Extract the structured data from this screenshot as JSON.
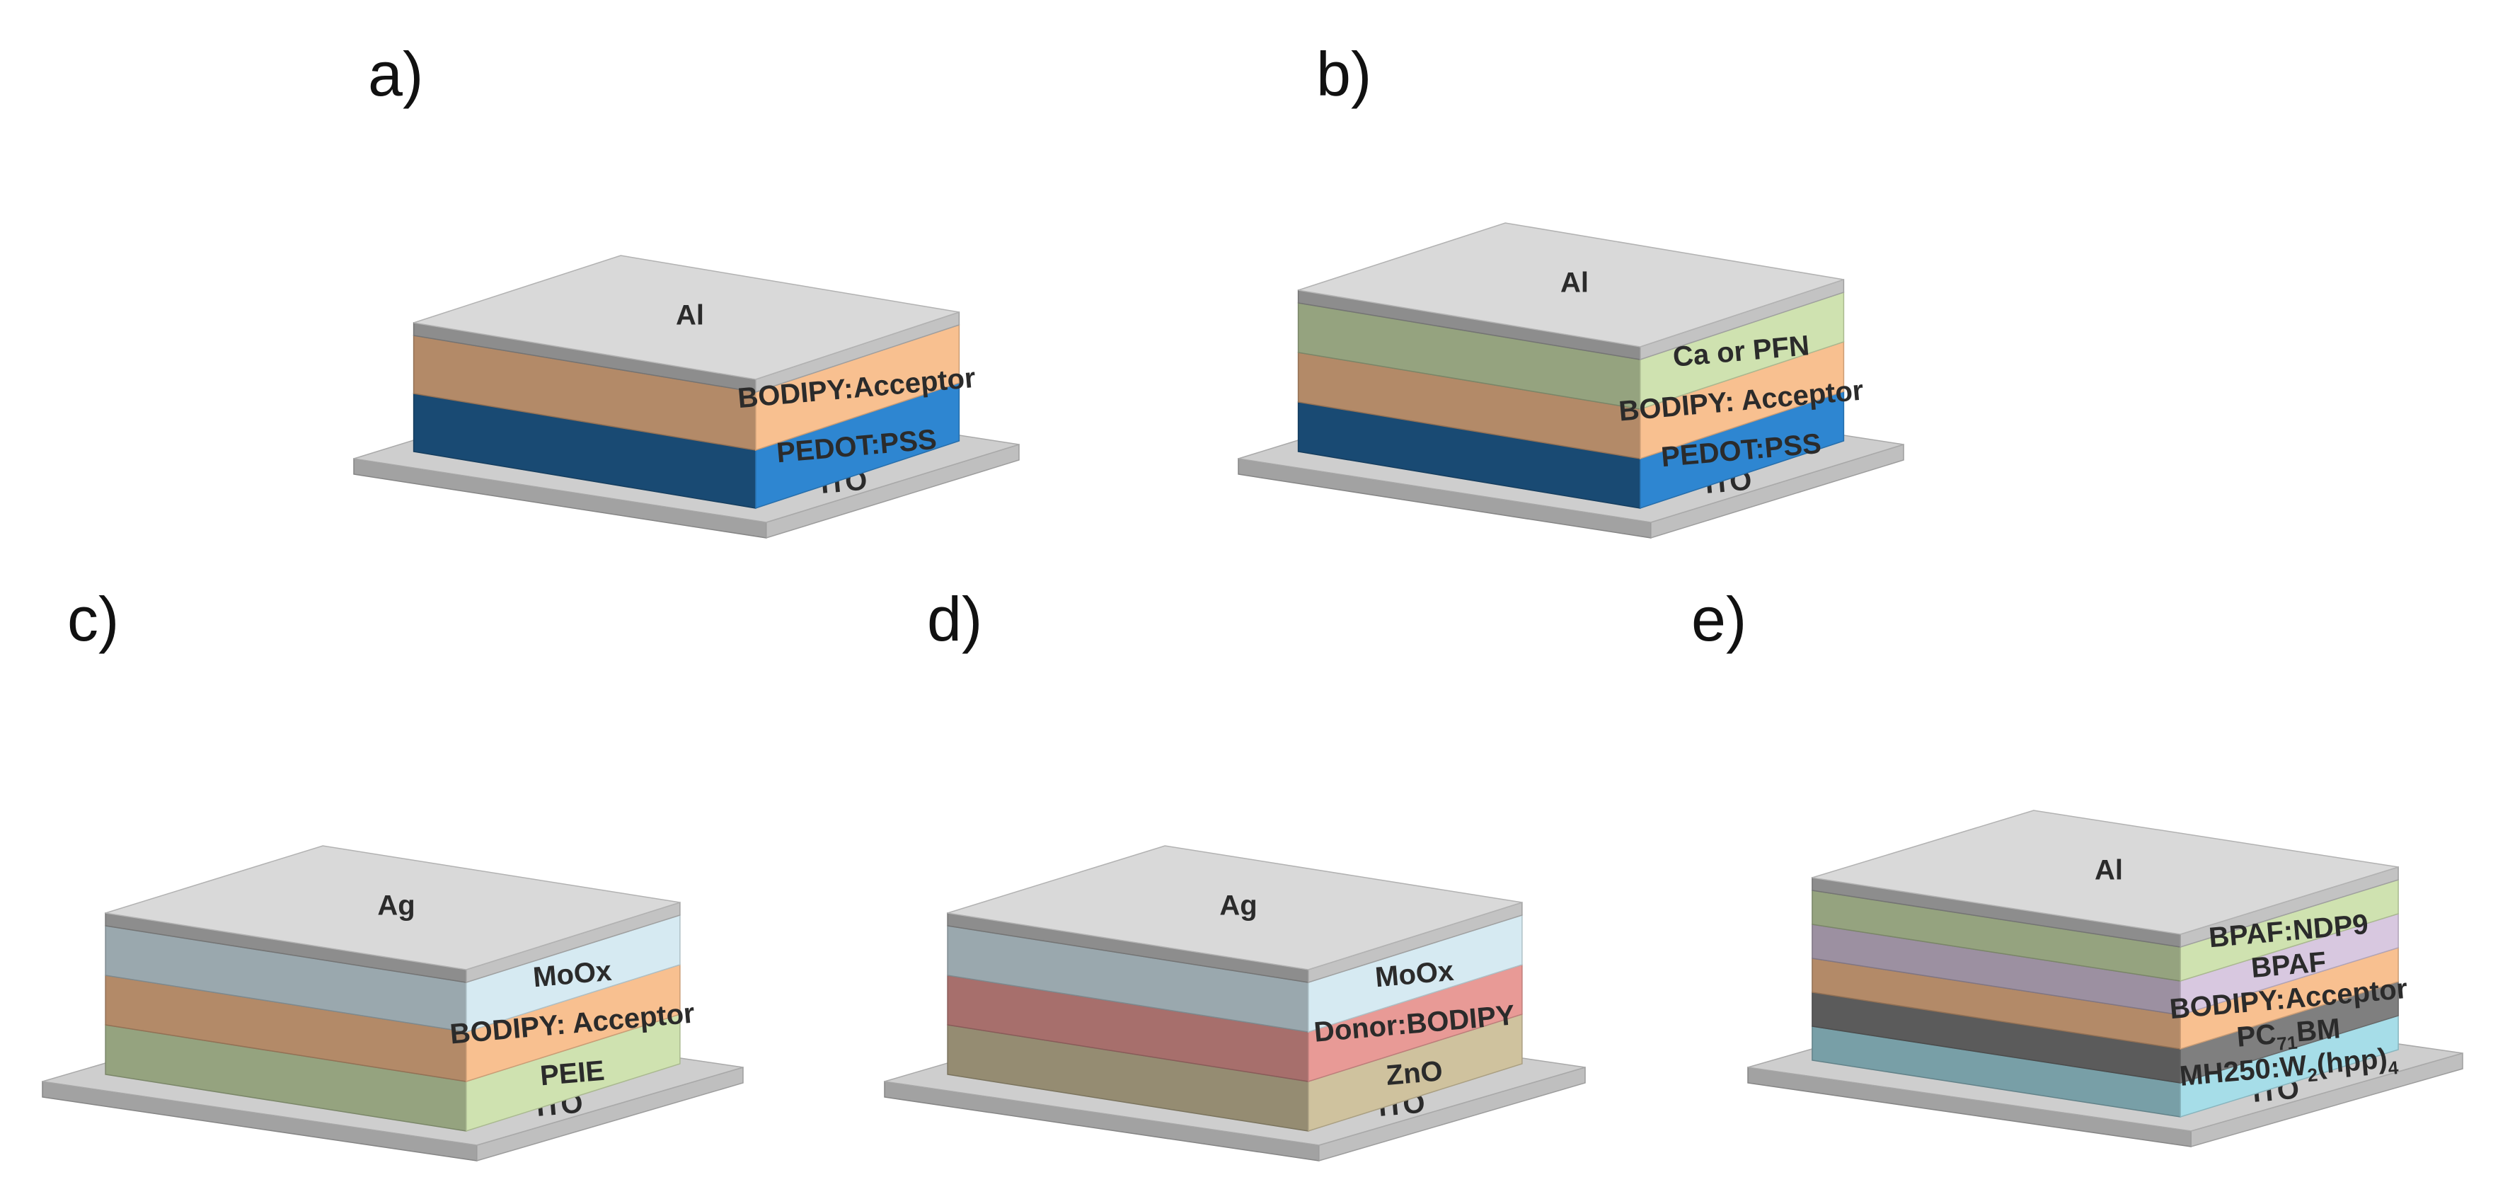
{
  "colors": {
    "metal": "#d9d9d9",
    "ito": "#bfbfbf",
    "pedot": "#2e86d1",
    "bodipy_acceptor": "#f8c090",
    "ca_pfn": "#cfe2b0",
    "moox": "#d6eaf2",
    "peie": "#cfe2b0",
    "donor_bodipy": "#e89a96",
    "zno": "#cfc29e",
    "bpaf_ndp9": "#cfe2b0",
    "bpaf": "#d8c8e0",
    "pc71bm": "#7f7f7f",
    "mh250": "#a6dde8"
  },
  "panels": [
    {
      "letter": "a)",
      "top_label": "Al",
      "top_color": "metal",
      "layers": [
        {
          "label": "BODIPY:Acceptor",
          "color": "bodipy_acceptor"
        },
        {
          "label": "PEDOT:PSS",
          "color": "pedot"
        }
      ],
      "base_label": "ITO"
    },
    {
      "letter": "b)",
      "top_label": "Al",
      "top_color": "metal",
      "layers": [
        {
          "label": "Ca or PFN",
          "color": "ca_pfn"
        },
        {
          "label": "BODIPY: Acceptor",
          "color": "bodipy_acceptor"
        },
        {
          "label": "PEDOT:PSS",
          "color": "pedot"
        }
      ],
      "base_label": "ITO"
    },
    {
      "letter": "c)",
      "top_label": "Ag",
      "top_color": "metal",
      "layers": [
        {
          "label": "MoOx",
          "color": "moox"
        },
        {
          "label": "BODIPY: Acceptor",
          "color": "bodipy_acceptor"
        },
        {
          "label": "PEIE",
          "color": "peie"
        }
      ],
      "base_label": "ITO"
    },
    {
      "letter": "d)",
      "top_label": "Ag",
      "top_color": "metal",
      "layers": [
        {
          "label": "MoOx",
          "color": "moox"
        },
        {
          "label": "Donor:BODIPY",
          "color": "donor_bodipy"
        },
        {
          "label": "ZnO",
          "color": "zno"
        }
      ],
      "base_label": "ITO"
    },
    {
      "letter": "e)",
      "top_label": "Al",
      "top_color": "metal",
      "layers": [
        {
          "label": "BPAF:NDP9",
          "color": "bpaf_ndp9"
        },
        {
          "label": "BPAF",
          "color": "bpaf"
        },
        {
          "label": "BODIPY:Acceptor",
          "color": "bodipy_acceptor"
        },
        {
          "label_main": "PC",
          "label_sub": "71",
          "label_tail": "BM",
          "color": "pc71bm"
        },
        {
          "label_parts": [
            "MH250:W",
            "2",
            "(hpp)",
            "4"
          ],
          "color": "mh250"
        }
      ],
      "base_label": "ITO"
    }
  ]
}
